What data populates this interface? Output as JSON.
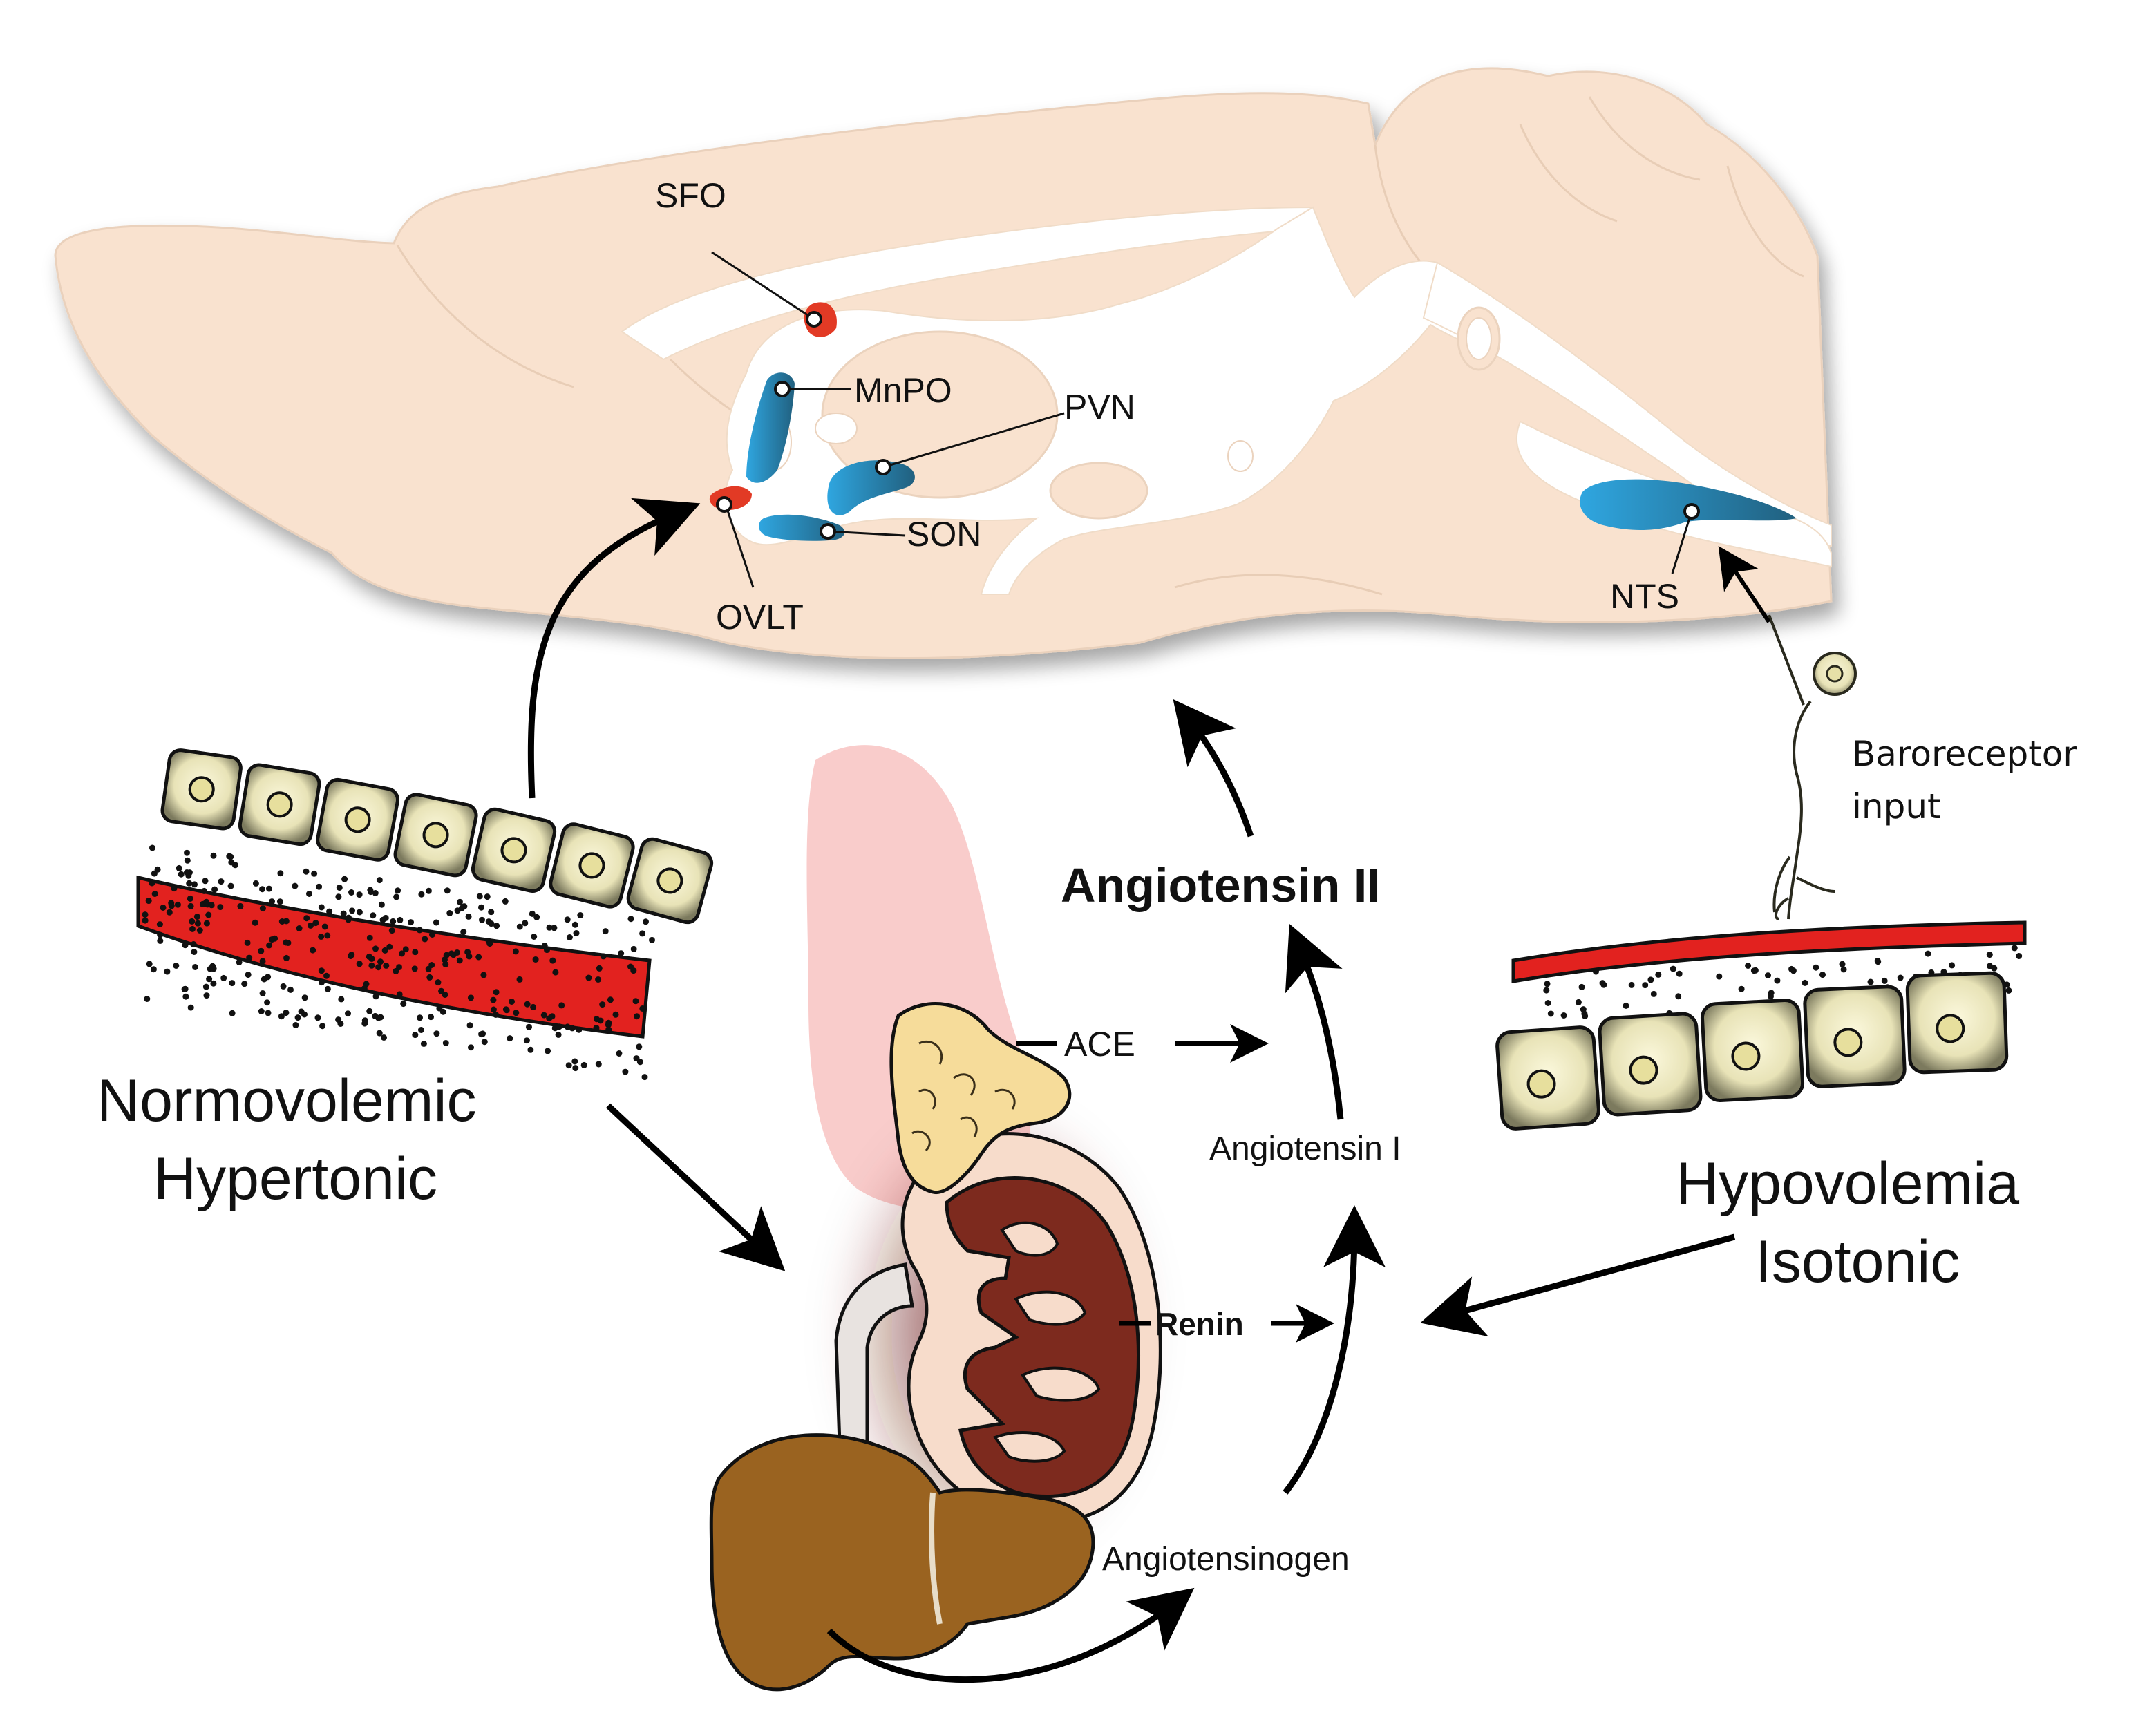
{
  "brain_regions": {
    "sfo": "SFO",
    "mnpo": "MnPO",
    "pvn": "PVN",
    "son": "SON",
    "ovlt": "OVLT",
    "nts": "NTS"
  },
  "pathway": {
    "angiotensin_ii": "Angiotensin II",
    "angiotensin_i": "Angiotensin I",
    "angiotensinogen": "Angiotensinogen",
    "ace": "ACE",
    "renin": "Renin"
  },
  "conditions": {
    "left_line1": "Normovolemic",
    "left_line2": "Hypertonic",
    "right_line1": "Hypovolemia",
    "right_line2": "Isotonic"
  },
  "baroreceptor": {
    "line1": "Baroreceptor",
    "line2": "input"
  },
  "colors": {
    "brain": "#f9e2cf",
    "ventricle": "#ffffff",
    "blue_nucleus": "#2f9ed6",
    "red_organ": "#e23a25",
    "blood": "#e2221f",
    "cell": "#eeeac2",
    "adrenal": "#f6dc9a",
    "lung_pink": "#f9cccb",
    "kidney_medulla": "#7d2a1e",
    "liver": "#9a6320"
  }
}
